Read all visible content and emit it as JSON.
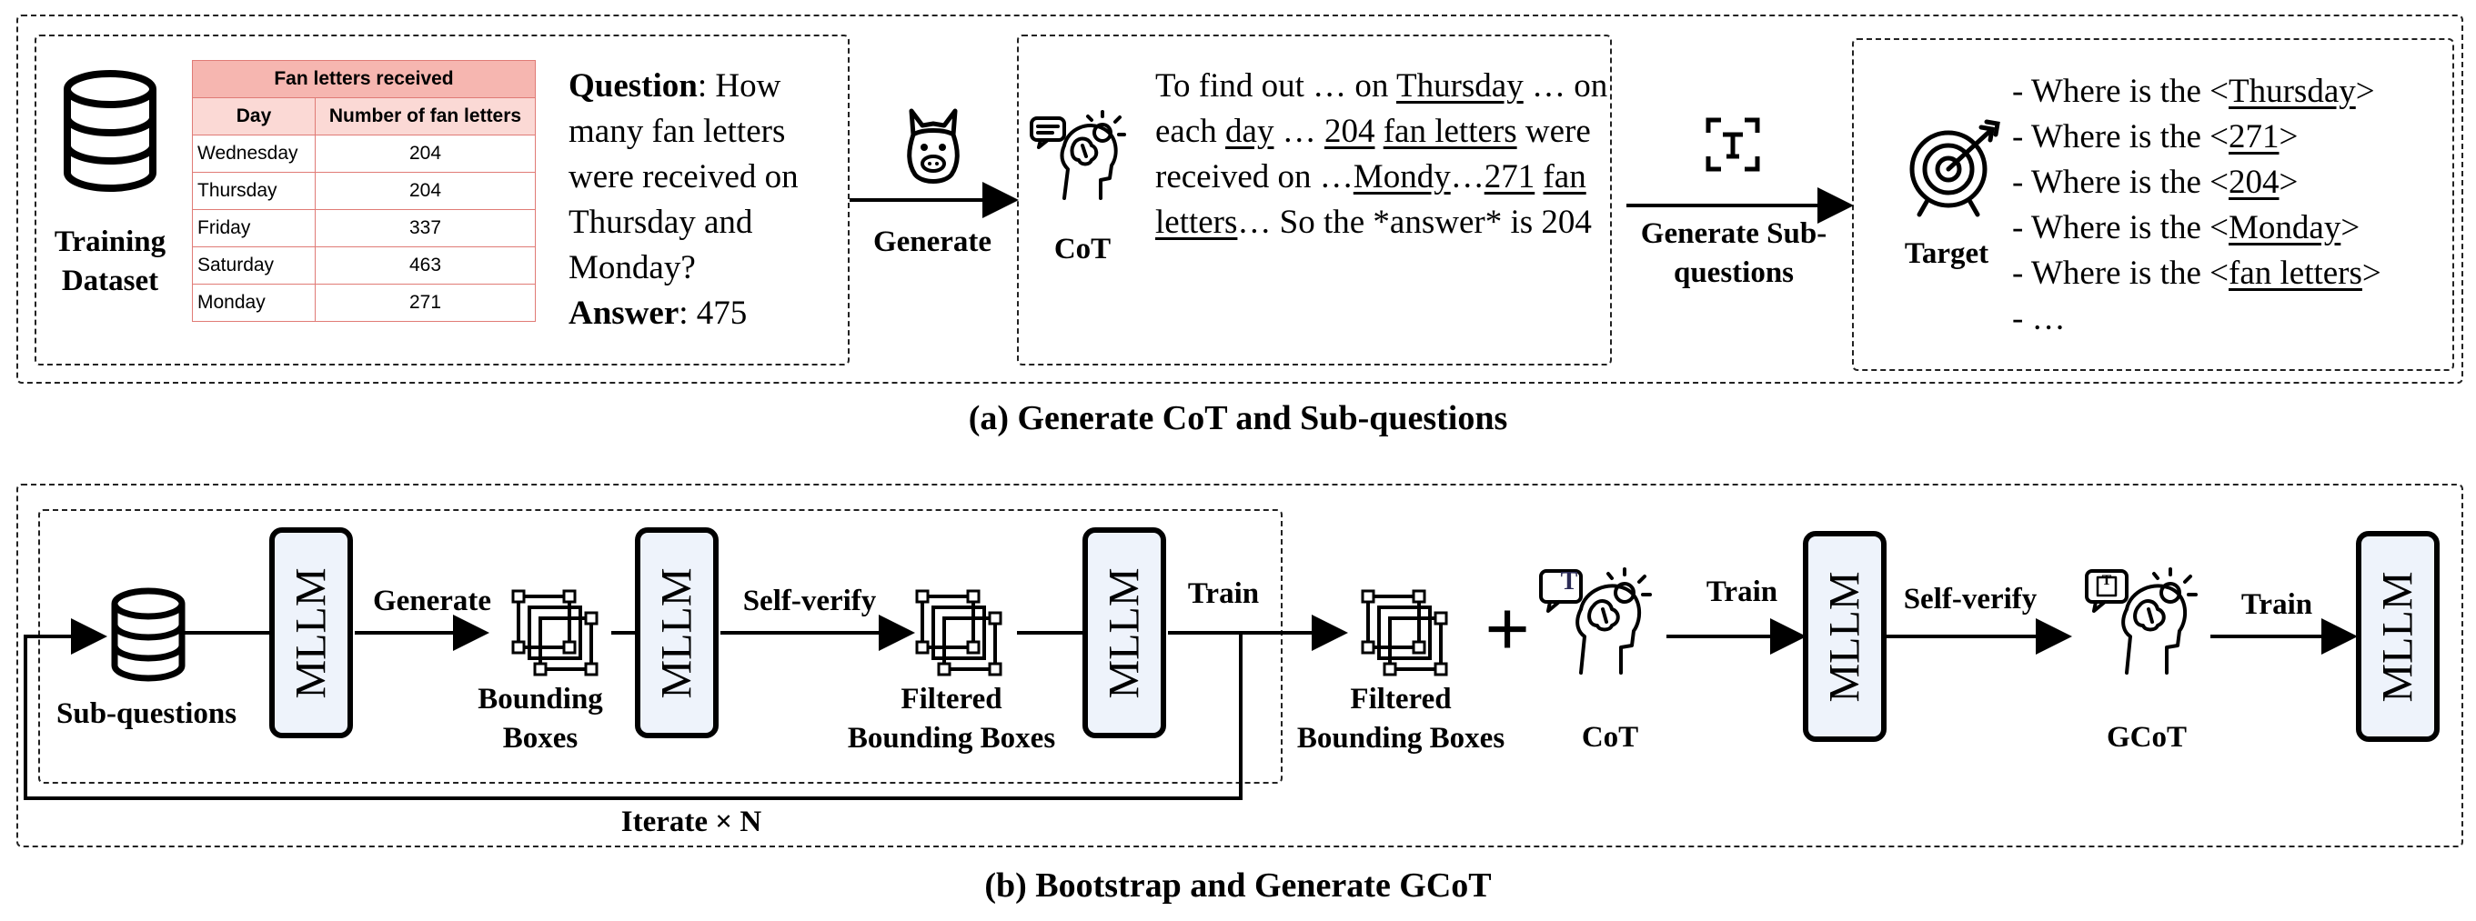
{
  "panel_a": {
    "caption": "(a) Generate CoT and Sub-questions",
    "training_dataset_label": "Training Dataset",
    "table": {
      "caption": "Fan letters received",
      "headers": [
        "Day",
        "Number of fan letters"
      ],
      "rows": [
        {
          "day": "Wednesday",
          "value": "204"
        },
        {
          "day": "Thursday",
          "value": "204"
        },
        {
          "day": "Friday",
          "value": "337"
        },
        {
          "day": "Saturday",
          "value": "463"
        },
        {
          "day": "Monday",
          "value": "271"
        }
      ]
    },
    "question_label": "Question",
    "question_text": ": How many fan letters were received on Thursday and Monday?",
    "answer_label": "Answer",
    "answer_text": ": 475",
    "generate_label": "Generate",
    "cot_label": "CoT",
    "cot_parts": {
      "p1": "To find out … on ",
      "u1": "Thursday",
      "p2": " … on each ",
      "u2": "day",
      "p3": " … ",
      "u3": "204",
      "p4": " ",
      "u4": "fan letters",
      "p5": " were received on …",
      "u5": "Mondy",
      "p6": "…",
      "u6": "271",
      "p7": " ",
      "u7": "fan letters",
      "p8": "… So the *answer* is 204"
    },
    "generate_subq_label": "Generate Sub-questions",
    "target_label": "Target",
    "target_items": [
      {
        "prefix": "- Where is the <",
        "term": "Thursday",
        "suffix": ">"
      },
      {
        "prefix": "- Where is the <",
        "term": "271",
        "suffix": ">"
      },
      {
        "prefix": "- Where is the <",
        "term": "204",
        "suffix": ">"
      },
      {
        "prefix": "- Where is the <",
        "term": "Monday",
        "suffix": ">"
      },
      {
        "prefix": "- Where is the <",
        "term": "fan letters",
        "suffix": ">"
      }
    ],
    "target_more": "- …"
  },
  "panel_b": {
    "caption": "(b) Bootstrap and Generate GCoT",
    "mllm_label": "MLLM",
    "sub_questions_label": "Sub-questions",
    "generate_label": "Generate",
    "bounding_boxes_label": "Bounding Boxes",
    "self_verify_label": "Self-verify",
    "filtered_bb_label": "Filtered Bounding Boxes",
    "train_label": "Train",
    "iterate_label": "Iterate × N",
    "filtered_bb_label_2": "Filtered Bounding Boxes",
    "cot_label": "CoT",
    "train_label_2": "Train",
    "self_verify_label_2": "Self-verify",
    "gcot_label": "GCoT",
    "train_label_3": "Train",
    "plus_symbol": "+",
    "bubble_t": "T"
  },
  "icons": [
    "database-icon",
    "llama-icon",
    "brain-icon",
    "focus-frame-icon",
    "target-icon",
    "bounding-box-grid-icon",
    "brain-icon",
    "mllm-block"
  ],
  "colors": {
    "table_caption_bg": "#f6b6b0",
    "table_header_bg": "#fbd9d5",
    "table_border": "#e07b76",
    "mllm_fill": "#eef3fb"
  }
}
